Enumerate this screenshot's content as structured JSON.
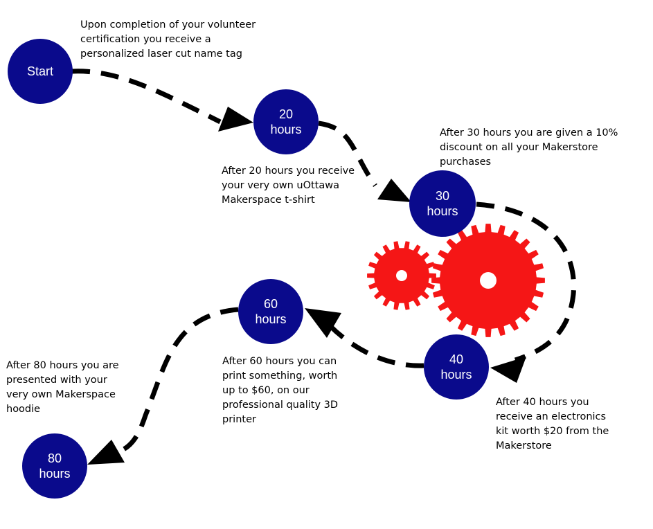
{
  "colors": {
    "node_fill": "#0a0a8c",
    "node_text": "#ffffff",
    "gear": "#f51616",
    "arrow": "#000000",
    "text": "#000000"
  },
  "milestones": [
    {
      "label": [
        "Start"
      ],
      "description": [
        "Upon completion of your volunteer",
        "certification you receive a",
        "personalized laser cut name tag"
      ]
    },
    {
      "label": [
        "20",
        "hours"
      ],
      "description": [
        "After 20 hours you receive",
        "your very own uOttawa",
        "Makerspace t-shirt"
      ]
    },
    {
      "label": [
        "30",
        "hours"
      ],
      "description": [
        "After 30 hours you are given a 10%",
        "discount on all your Makerstore",
        "purchases"
      ]
    },
    {
      "label": [
        "40",
        "hours"
      ],
      "description": [
        "After 40 hours you",
        "receive an electronics",
        "kit worth $20 from the",
        "Makerstore"
      ]
    },
    {
      "label": [
        "60",
        "hours"
      ],
      "description": [
        "After 60 hours you can",
        "print something, worth",
        "up to $60, on our",
        "professional quality 3D",
        "printer"
      ]
    },
    {
      "label": [
        "80",
        "hours"
      ],
      "description": [
        "After 80 hours you are",
        "presented with your",
        "very own Makerspace",
        "hoodie"
      ]
    }
  ],
  "decorations": {
    "gear_icon_count": 2
  }
}
